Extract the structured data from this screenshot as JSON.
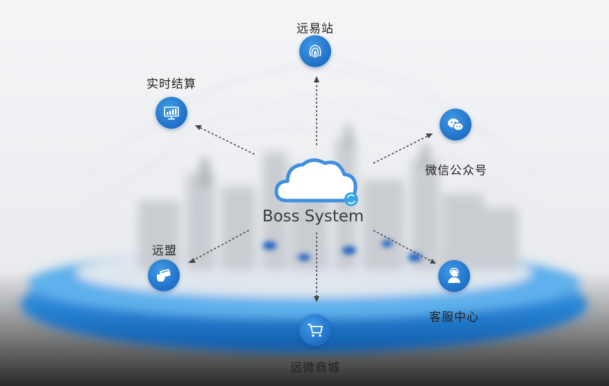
{
  "center": {
    "title": "Boss System"
  },
  "nodes": [
    {
      "id": "yuanyizhan",
      "label": "远易站",
      "icon": "fingerprint-icon"
    },
    {
      "id": "shishijiesuan",
      "label": "实时结算",
      "icon": "monitor-chart-icon"
    },
    {
      "id": "weixin",
      "label": "微信公众号",
      "icon": "wechat-icon"
    },
    {
      "id": "yuanmeng",
      "label": "远盟",
      "icon": "card-hand-icon"
    },
    {
      "id": "kefu",
      "label": "客服中心",
      "icon": "customer-service-icon"
    },
    {
      "id": "shangcheng",
      "label": "远微商城",
      "icon": "shopping-cart-icon"
    }
  ],
  "colors": {
    "icon": "#2a7fd4",
    "cloud": "#3d8fe0",
    "arrow": "#444444"
  }
}
